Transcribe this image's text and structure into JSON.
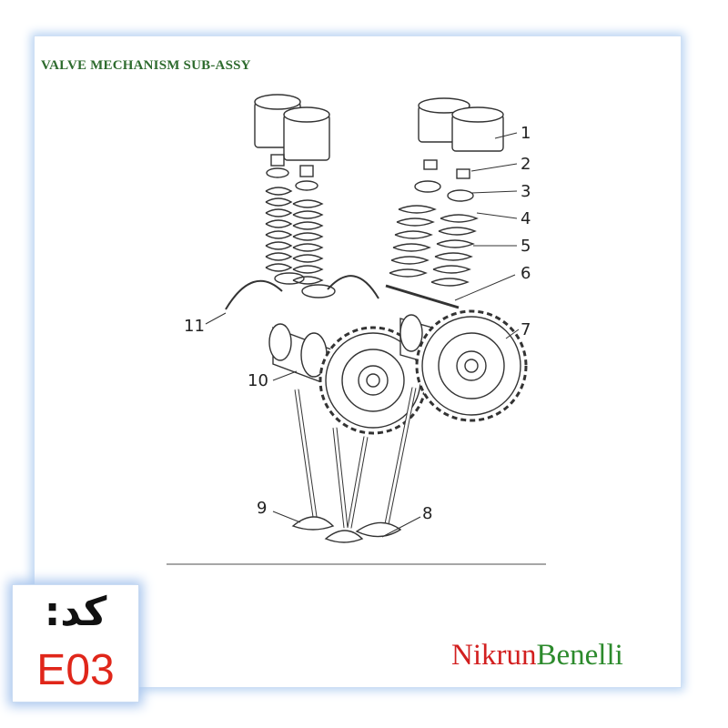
{
  "header": {
    "title": "VALVE MECHANISM  SUB-ASSY"
  },
  "callouts": [
    "1",
    "2",
    "3",
    "4",
    "5",
    "6",
    "7",
    "8",
    "9",
    "10",
    "11"
  ],
  "code": {
    "label": "کد:",
    "value": "E03"
  },
  "brand": {
    "part1": "Nikrun",
    "part2": "Benelli"
  },
  "colors": {
    "title": "#2e6b2e",
    "code": "#e0261a",
    "brand_red": "#d21f1f",
    "brand_green": "#2c8a2c",
    "frame_glow": "#b9d3f2"
  }
}
